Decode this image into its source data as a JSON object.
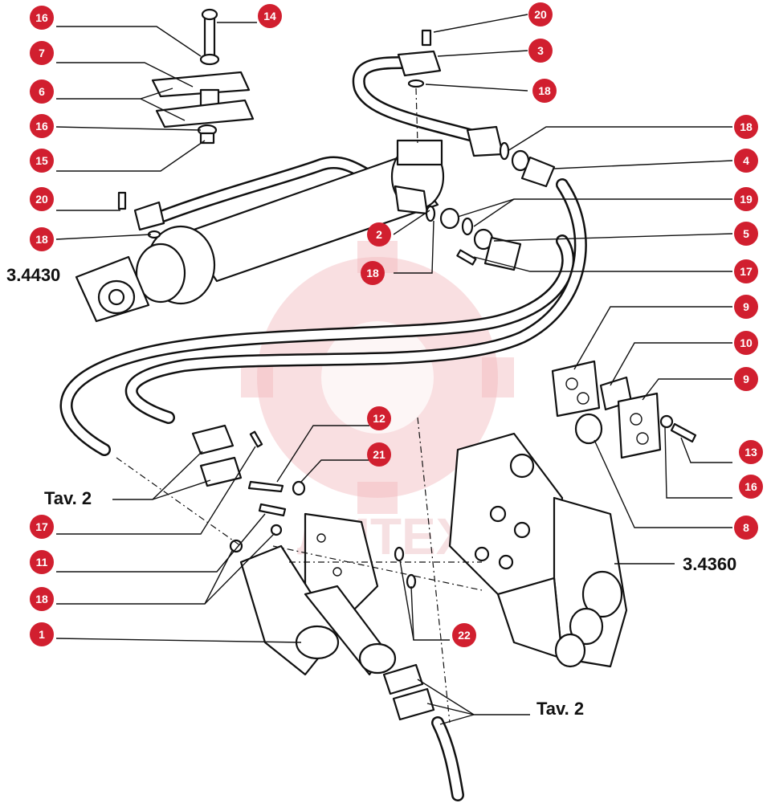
{
  "title": "",
  "watermark": "ЛИТЕХ",
  "colors": {
    "badge": "#d11f2f",
    "badge_text": "#ffffff",
    "line": "#111111",
    "watermark": "#f2b8bd"
  },
  "reference_labels": {
    "cylinder_ref": "3.4430",
    "valve_ref": "3.4360",
    "tav_left": "Tav. 2",
    "tav_bottom": "Tav. 2"
  },
  "callouts": {
    "c16a": "16",
    "c7": "7",
    "c6": "6",
    "c16b": "16",
    "c15": "15",
    "c20a": "20",
    "c18a": "18",
    "c14": "14",
    "c20b": "20",
    "c3": "3",
    "c18b": "18",
    "c18c": "18",
    "c4": "4",
    "c19": "19",
    "c5": "5",
    "c17a": "17",
    "c2": "2",
    "c18d": "18",
    "c9a": "9",
    "c10": "10",
    "c9b": "9",
    "c13": "13",
    "c16c": "16",
    "c8": "8",
    "c12": "12",
    "c21": "21",
    "c17b": "17",
    "c11": "11",
    "c18e": "18",
    "c1": "1",
    "c22": "22"
  }
}
